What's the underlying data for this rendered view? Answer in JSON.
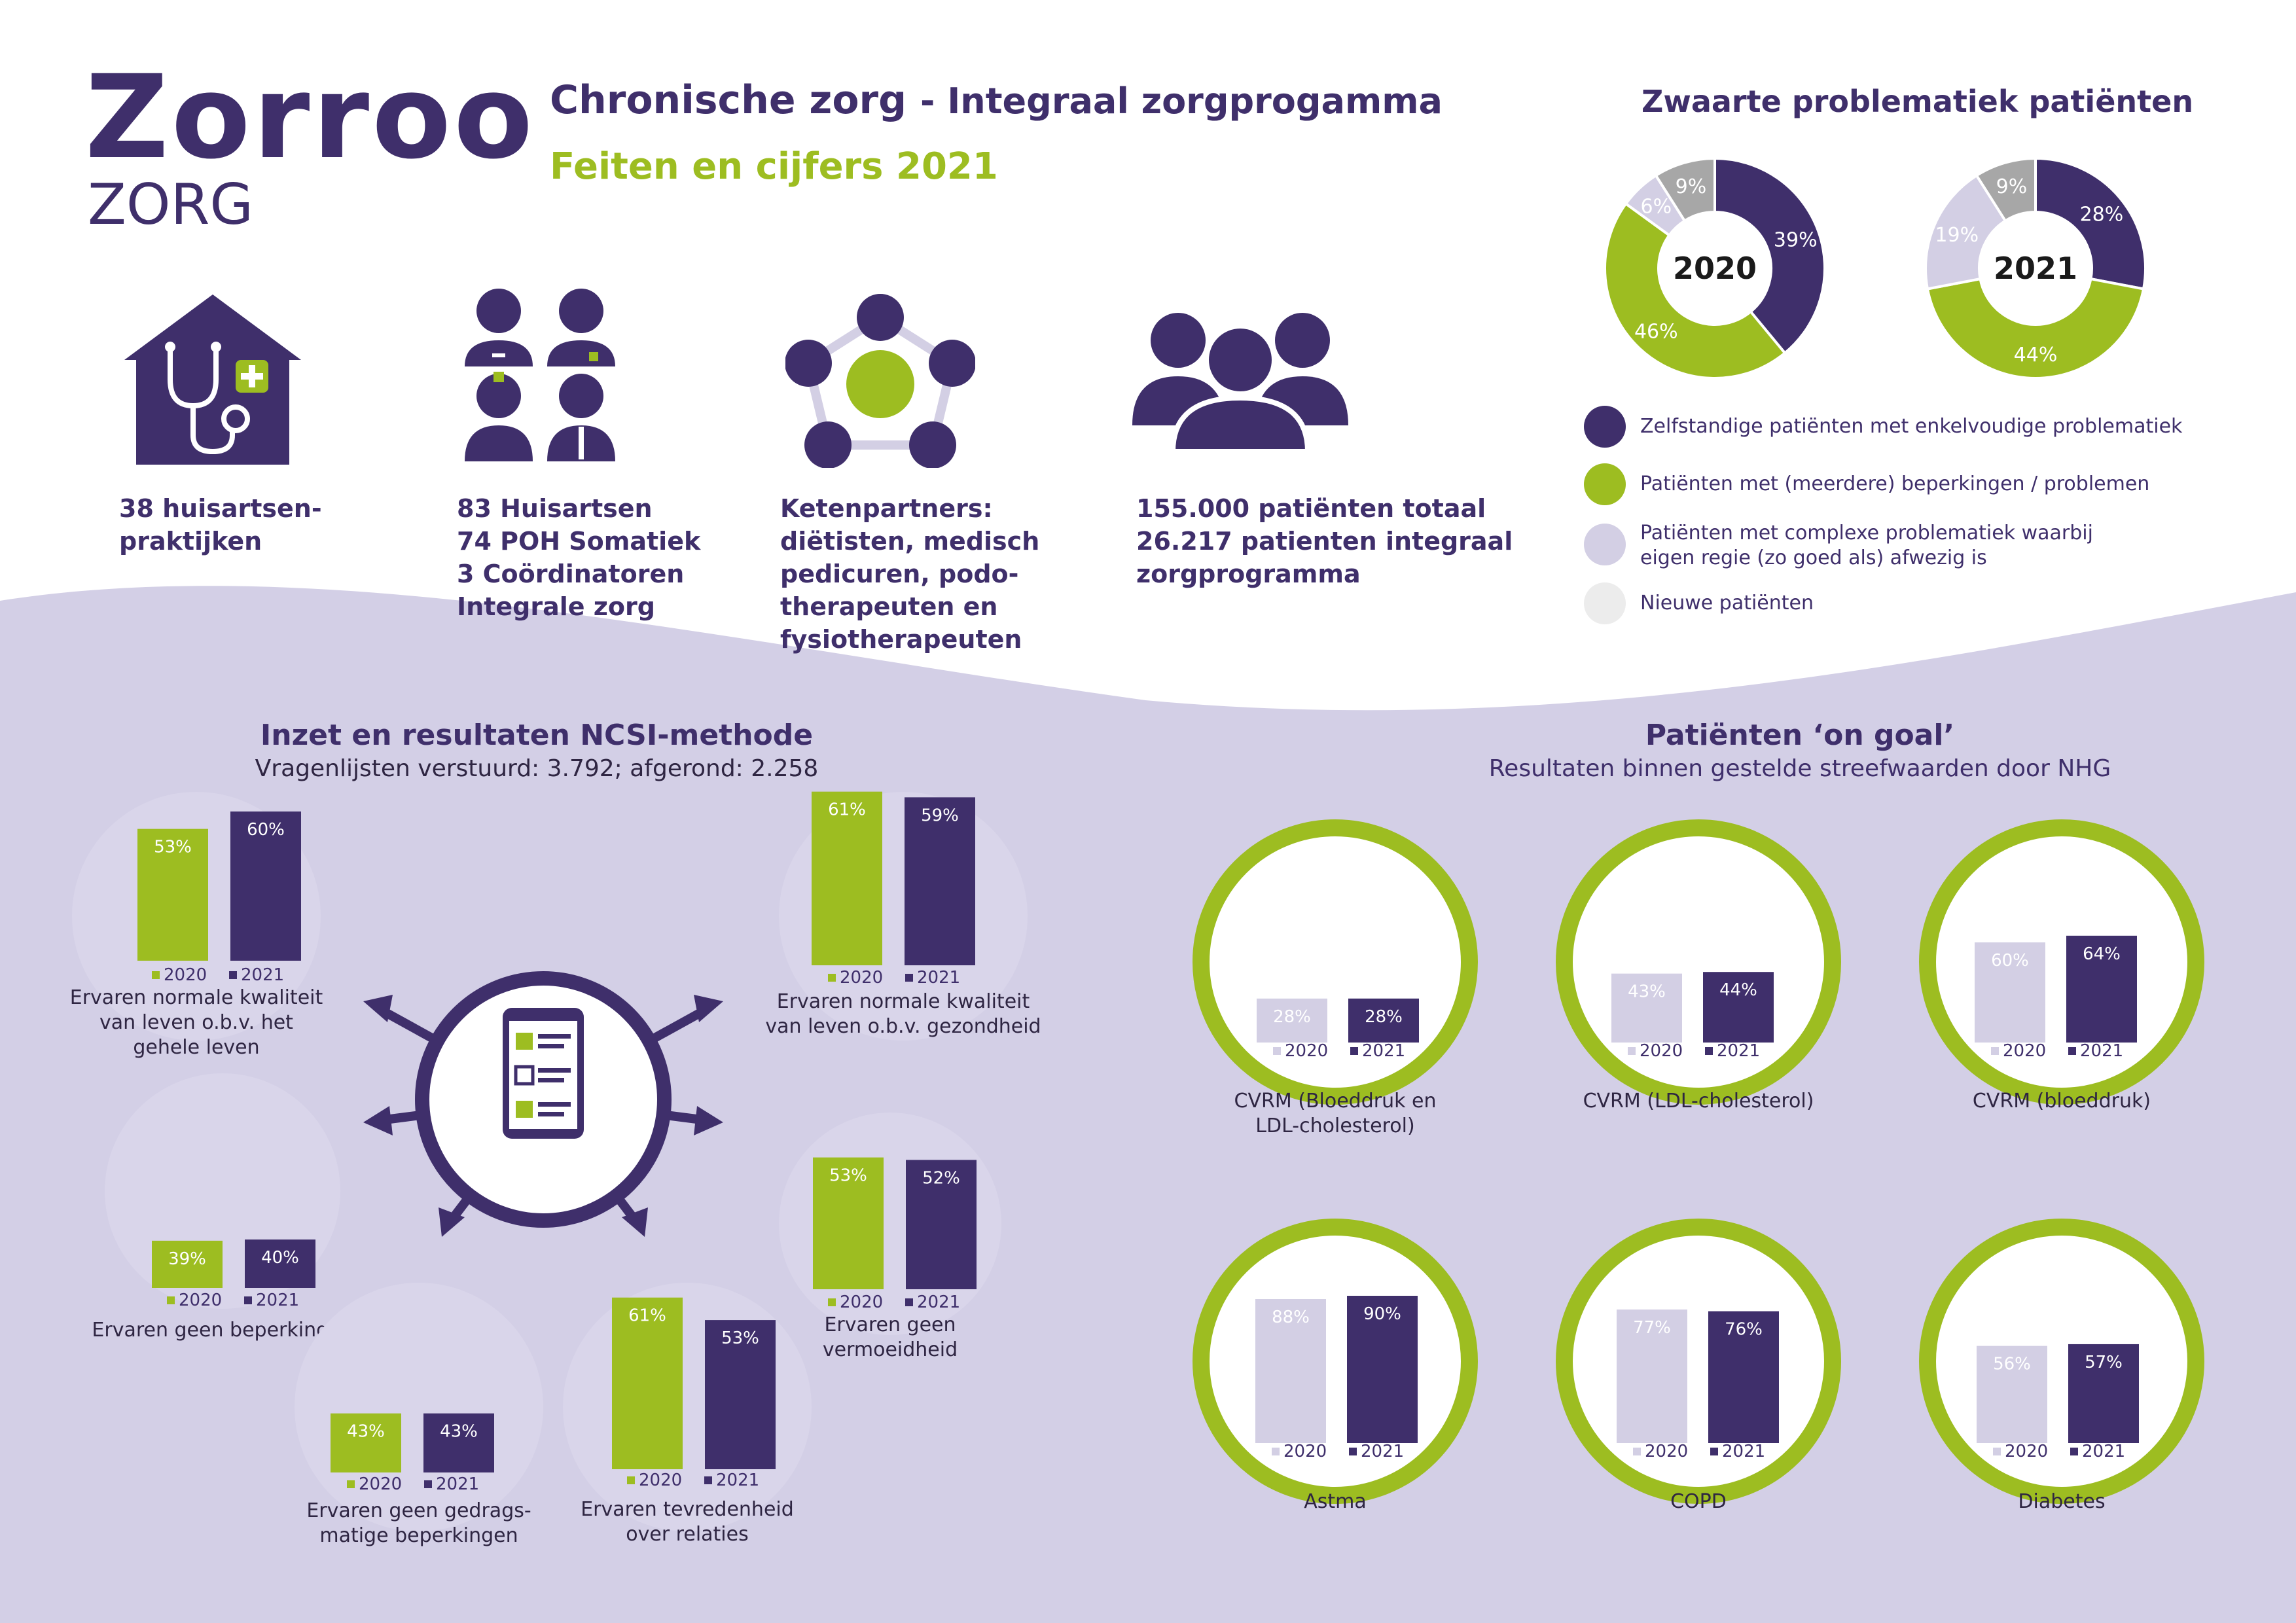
{
  "logo": {
    "name": "Zorroo",
    "suffix": "ZORG"
  },
  "header": {
    "title_main": "Chronische zorg",
    "title_rest": "- Integraal zorgprogamma",
    "subtitle": "Feiten en cijfers 2021"
  },
  "stats": [
    {
      "icon": "house-stethoscope-icon",
      "lines": [
        "38 huisartsen-",
        "praktijken"
      ]
    },
    {
      "icon": "doctors-group-icon",
      "lines": [
        "83 Huisartsen",
        "74 POH Somatiek",
        "3 Coördinatoren",
        "Integrale zorg"
      ]
    },
    {
      "icon": "network-partners-icon",
      "lines": [
        "Ketenpartners:",
        "diëtisten, medisch",
        "pedicuren, podo-",
        "therapeuten en",
        "fysiotherapeuten"
      ]
    },
    {
      "icon": "patients-group-icon",
      "lines": [
        "155.000 patiënten totaal",
        "26.217 patienten integraal",
        "zorgprogramma"
      ]
    }
  ],
  "donut_section": {
    "title": "Zwaarte problematiek patiënten",
    "legend": [
      {
        "color": "#3f2f6b",
        "lines": [
          "Zelfstandige patiënten met enkelvoudige problematiek"
        ]
      },
      {
        "color": "#9dbd21",
        "lines": [
          "Patiënten met (meerdere) beperkingen / problemen"
        ]
      },
      {
        "color": "#d3cfe4",
        "lines": [
          "Patiënten met complexe problematiek waarbij",
          "eigen regie (zo goed als) afwezig is"
        ]
      },
      {
        "color": "#ececec",
        "lines": [
          "Nieuwe patiënten"
        ]
      }
    ]
  },
  "ncsi": {
    "title": "Inzet en resultaten NCSI-methode",
    "subtitle": "Vragenlijsten verstuurd: 3.792; afgerond: 2.258",
    "icon": "checklist-tablet-icon"
  },
  "ongoal": {
    "title": "Patiënten ‘on goal’",
    "subtitle": "Resultaten binnen gestelde streefwaarden door NHG"
  },
  "colors": {
    "purple": "#3f2f6b",
    "green": "#9dbd21",
    "lavender": "#d3cfe4",
    "grey": "#a7a7a7",
    "band": "#d3cfe6"
  },
  "chart_data": [
    {
      "type": "pie",
      "title": "2020",
      "categories": [
        "Zelfstandige patiënten met enkelvoudige problematiek",
        "Patiënten met (meerdere) beperkingen / problemen",
        "Patiënten met complexe problematiek waarbij eigen regie (zo goed als) afwezig is",
        "Nieuwe patiënten"
      ],
      "values": [
        39,
        46,
        6,
        9
      ],
      "labels": [
        "39%",
        "46%",
        "6%",
        "9%"
      ],
      "colors": [
        "#3f2f6b",
        "#9dbd21",
        "#d3cfe4",
        "#a7a7a7"
      ]
    },
    {
      "type": "pie",
      "title": "2021",
      "categories": [
        "Zelfstandige patiënten met enkelvoudige problematiek",
        "Patiënten met (meerdere) beperkingen / problemen",
        "Patiënten met complexe problematiek waarbij eigen regie (zo goed als) afwezig is",
        "Nieuwe patiënten"
      ],
      "values": [
        28,
        44,
        19,
        9
      ],
      "labels": [
        "28%",
        "44%",
        "19%",
        "9%"
      ],
      "colors": [
        "#3f2f6b",
        "#9dbd21",
        "#d3cfe4",
        "#a7a7a7"
      ]
    },
    {
      "type": "bar",
      "group": "ncsi",
      "categories": [
        "2020",
        "2021"
      ],
      "values": [
        53,
        60
      ],
      "labels": [
        "53%",
        "60%"
      ],
      "caption": [
        "Ervaren normale kwaliteit",
        "van leven o.b.v. het",
        "gehele leven"
      ]
    },
    {
      "type": "bar",
      "group": "ncsi",
      "categories": [
        "2020",
        "2021"
      ],
      "values": [
        61,
        59
      ],
      "labels": [
        "61%",
        "59%"
      ],
      "caption": [
        "Ervaren normale kwaliteit",
        "van leven o.b.v. gezondheid"
      ]
    },
    {
      "type": "bar",
      "group": "ncsi",
      "categories": [
        "2020",
        "2021"
      ],
      "values": [
        39,
        40
      ],
      "labels": [
        "39%",
        "40%"
      ],
      "caption": [
        "Ervaren geen beperkingen"
      ]
    },
    {
      "type": "bar",
      "group": "ncsi",
      "categories": [
        "2020",
        "2021"
      ],
      "values": [
        53,
        52
      ],
      "labels": [
        "53%",
        "52%"
      ],
      "caption": [
        "Ervaren geen",
        "vermoeidheid"
      ]
    },
    {
      "type": "bar",
      "group": "ncsi",
      "categories": [
        "2020",
        "2021"
      ],
      "values": [
        43,
        43
      ],
      "labels": [
        "43%",
        "43%"
      ],
      "caption": [
        "Ervaren geen gedrags-",
        "matige beperkingen"
      ]
    },
    {
      "type": "bar",
      "group": "ncsi",
      "categories": [
        "2020",
        "2021"
      ],
      "values": [
        61,
        53
      ],
      "labels": [
        "61%",
        "53%"
      ],
      "caption": [
        "Ervaren tevredenheid",
        "over relaties"
      ]
    },
    {
      "type": "bar",
      "group": "ongoal",
      "categories": [
        "2020",
        "2021"
      ],
      "values": [
        28,
        28
      ],
      "labels": [
        "28%",
        "28%"
      ],
      "caption": [
        "CVRM (Bloeddruk en",
        "LDL-cholesterol)"
      ]
    },
    {
      "type": "bar",
      "group": "ongoal",
      "categories": [
        "2020",
        "2021"
      ],
      "values": [
        43,
        44
      ],
      "labels": [
        "43%",
        "44%"
      ],
      "caption": [
        "CVRM (LDL-cholesterol)"
      ]
    },
    {
      "type": "bar",
      "group": "ongoal",
      "categories": [
        "2020",
        "2021"
      ],
      "values": [
        60,
        64
      ],
      "labels": [
        "60%",
        "64%"
      ],
      "caption": [
        "CVRM (bloeddruk)"
      ]
    },
    {
      "type": "bar",
      "group": "ongoal",
      "categories": [
        "2020",
        "2021"
      ],
      "values": [
        88,
        90
      ],
      "labels": [
        "88%",
        "90%"
      ],
      "caption": [
        "Astma"
      ]
    },
    {
      "type": "bar",
      "group": "ongoal",
      "categories": [
        "2020",
        "2021"
      ],
      "values": [
        77,
        76
      ],
      "labels": [
        "77%",
        "76%"
      ],
      "caption": [
        "COPD"
      ]
    },
    {
      "type": "bar",
      "group": "ongoal",
      "categories": [
        "2020",
        "2021"
      ],
      "values": [
        56,
        57
      ],
      "labels": [
        "56%",
        "57%"
      ],
      "caption": [
        "Diabetes"
      ]
    }
  ]
}
